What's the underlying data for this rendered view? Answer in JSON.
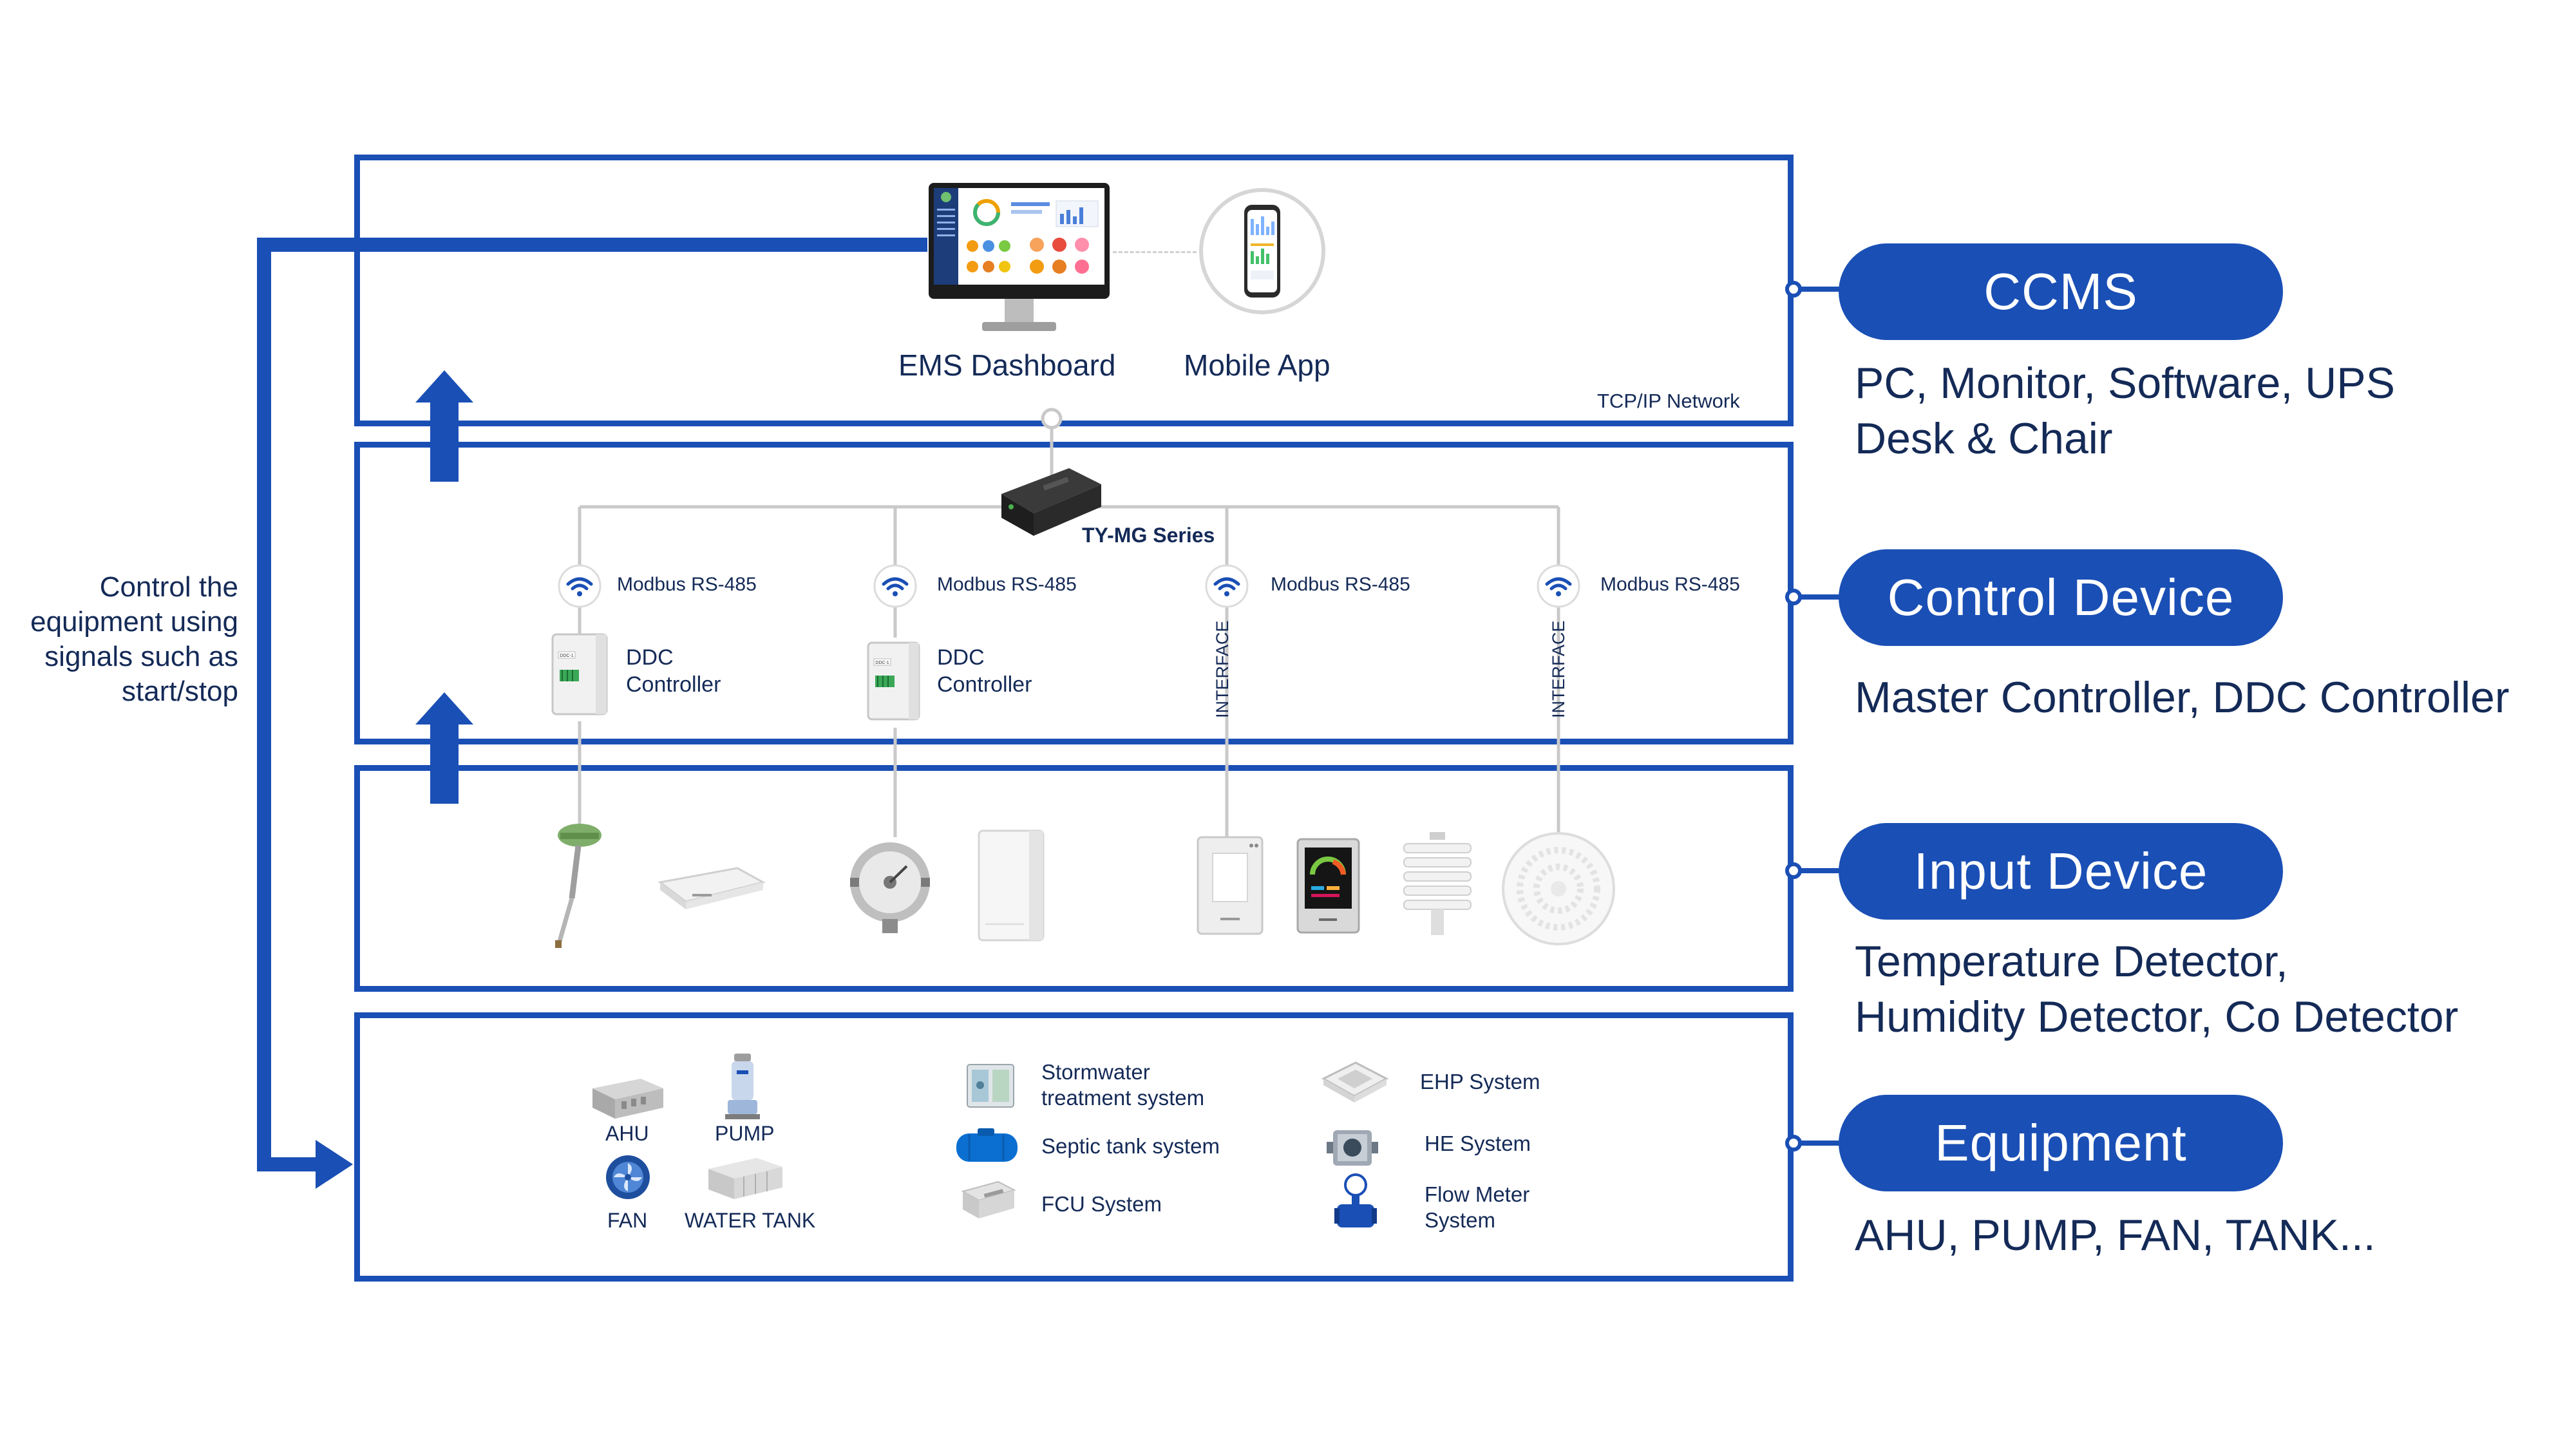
{
  "colors": {
    "primary": "#1a4fb5",
    "text": "#142a57",
    "line": "#c9c9c9"
  },
  "left_note": {
    "line1": "Control the",
    "line2": "equipment using",
    "line3": "signals such as",
    "line4": "start/stop"
  },
  "layers": [
    {
      "name": "CCMS",
      "desc_line1": "PC, Monitor, Software, UPS",
      "desc_line2": "Desk & Chair"
    },
    {
      "name": "Control Device",
      "desc_line1": "Master Controller, DDC Controller"
    },
    {
      "name": "Input Device",
      "desc_line1": "Temperature Detector,",
      "desc_line2": "Humidity Detector, Co Detector"
    },
    {
      "name": "Equipment",
      "desc_line1": "AHU, PUMP, FAN, TANK..."
    }
  ],
  "ccms": {
    "dashboard_label": "EMS Dashboard",
    "mobile_label": "Mobile App",
    "network_label": "TCP/IP Network"
  },
  "control": {
    "gateway_label": "TY-MG Series",
    "bus_label": "Modbus RS-485",
    "ddc_line1": "DDC",
    "ddc_line2": "Controller",
    "interface_label": "INTERFACE",
    "ddc_badge": "DDC-1"
  },
  "equipment": {
    "ahu": "AHU",
    "pump": "PUMP",
    "fan": "FAN",
    "water_tank": "WATER TANK",
    "stormwater_line1": "Stormwater",
    "stormwater_line2": "treatment system",
    "septic": "Septic tank system",
    "fcu": "FCU System",
    "ehp": "EHP System",
    "he": "HE System",
    "flow_line1": "Flow Meter",
    "flow_line2": "System"
  }
}
